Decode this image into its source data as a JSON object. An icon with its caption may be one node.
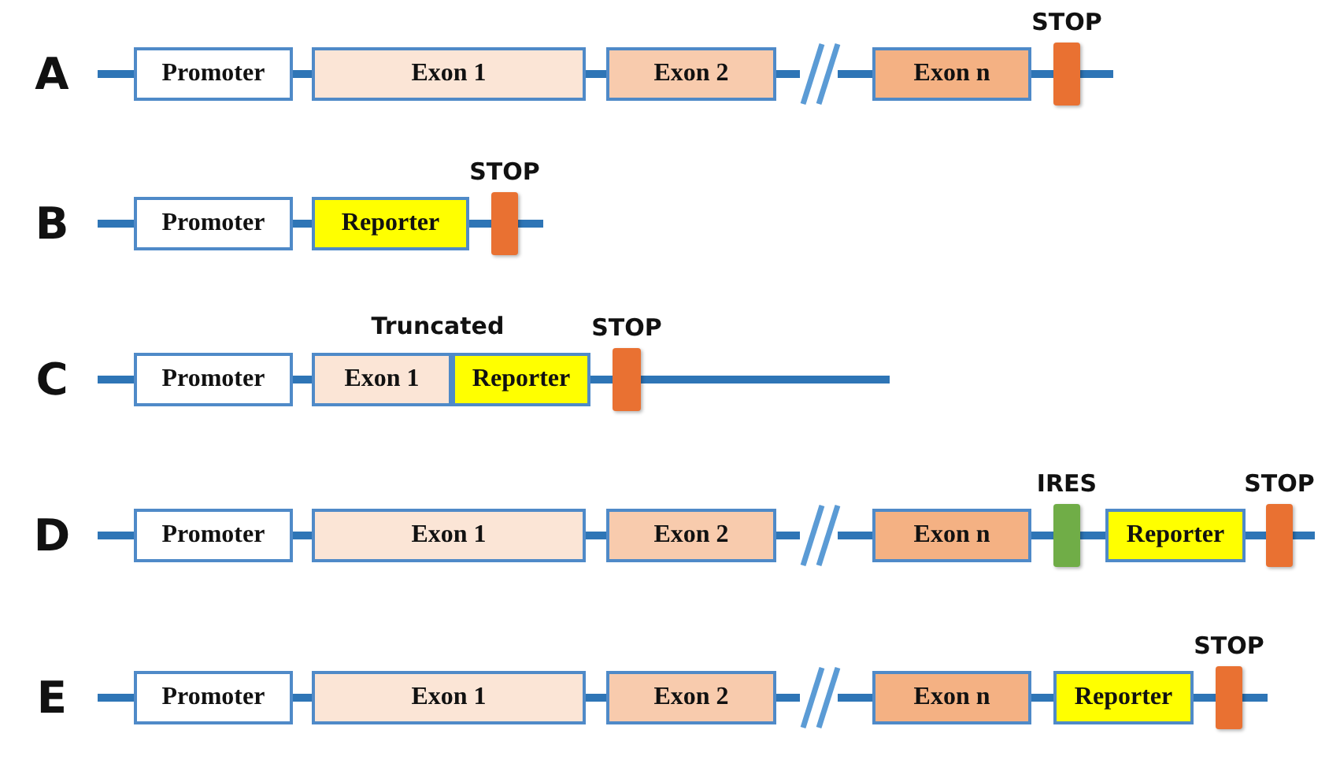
{
  "diagram": {
    "nodes": [
      {
        "text": [
          "Promoter"
        ]
      },
      {
        "text": [
          "Exon 1"
        ]
      },
      {
        "text": [
          "Exon 2"
        ]
      },
      {
        "text": [
          "Exon n"
        ]
      },
      {
        "text": [
          "STOP"
        ]
      },
      {
        "text": [
          "Promoter"
        ]
      },
      {
        "text": [
          "Reporter"
        ]
      },
      {
        "text": [
          "STOP"
        ]
      },
      {
        "text": [
          "Promoter"
        ]
      },
      {
        "text": [
          "Exon 1"
        ]
      },
      {
        "text": [
          "Reporter"
        ]
      },
      {
        "text": [
          "STOP"
        ]
      },
      {
        "text": [
          "Promoter"
        ]
      },
      {
        "text": [
          "Exon 1"
        ]
      },
      {
        "text": [
          "Exon 2"
        ]
      },
      {
        "text": [
          "Exon n"
        ]
      },
      {
        "text": [
          "IRES"
        ]
      },
      {
        "text": [
          "Reporter"
        ]
      },
      {
        "text": [
          "STOP"
        ]
      },
      {
        "text": [
          "Promoter"
        ]
      },
      {
        "text": [
          "Exon 1"
        ]
      },
      {
        "text": [
          "Exon 2"
        ]
      },
      {
        "text": [
          "Exon n"
        ]
      },
      {
        "text": [
          "Reporter"
        ]
      },
      {
        "text": [
          "STOP"
        ]
      }
    ],
    "edges": [
      {
        "from": null,
        "to": 0,
        "arrow": "none"
      },
      {
        "from": 0,
        "to": 1,
        "arrow": "none"
      },
      {
        "from": 1,
        "to": 2,
        "arrow": "none"
      },
      {
        "from": 2,
        "to": 3,
        "arrow": "none"
      },
      {
        "from": 3,
        "to": 4,
        "arrow": "none"
      },
      {
        "from": 4,
        "to": null,
        "arrow": "none"
      },
      {
        "from": null,
        "to": 5,
        "arrow": "none"
      },
      {
        "from": 5,
        "to": 6,
        "arrow": "none"
      },
      {
        "from": 6,
        "to": 7,
        "arrow": "none"
      },
      {
        "from": 7,
        "to": null,
        "arrow": "none"
      },
      {
        "from": null,
        "to": 8,
        "arrow": "none"
      },
      {
        "from": 8,
        "to": 9,
        "arrow": "none"
      },
      {
        "from": 10,
        "to": 11,
        "arrow": "none"
      },
      {
        "from": 11,
        "to": null,
        "arrow": "none"
      },
      {
        "from": null,
        "to": 12,
        "arrow": "none"
      },
      {
        "from": 12,
        "to": 13,
        "arrow": "none"
      },
      {
        "from": 13,
        "to": 14,
        "arrow": "none"
      },
      {
        "from": 14,
        "to": 15,
        "arrow": "none"
      },
      {
        "from": 15,
        "to": 16,
        "arrow": "none"
      },
      {
        "from": 16,
        "to": 17,
        "arrow": "none"
      },
      {
        "from": 17,
        "to": 18,
        "arrow": "none"
      },
      {
        "from": 18,
        "to": null,
        "arrow": "none"
      },
      {
        "from": null,
        "to": 19,
        "arrow": "none"
      },
      {
        "from": 19,
        "to": 20,
        "arrow": "none"
      },
      {
        "from": 20,
        "to": 21,
        "arrow": "none"
      },
      {
        "from": 21,
        "to": 22,
        "arrow": "none"
      },
      {
        "from": 22,
        "to": 23,
        "arrow": "none"
      },
      {
        "from": 23,
        "to": 24,
        "arrow": "none"
      },
      {
        "from": 24,
        "to": null,
        "arrow": "none"
      }
    ],
    "labels": [
      "A",
      "B",
      "Truncated",
      "C",
      "D",
      "E"
    ]
  }
}
